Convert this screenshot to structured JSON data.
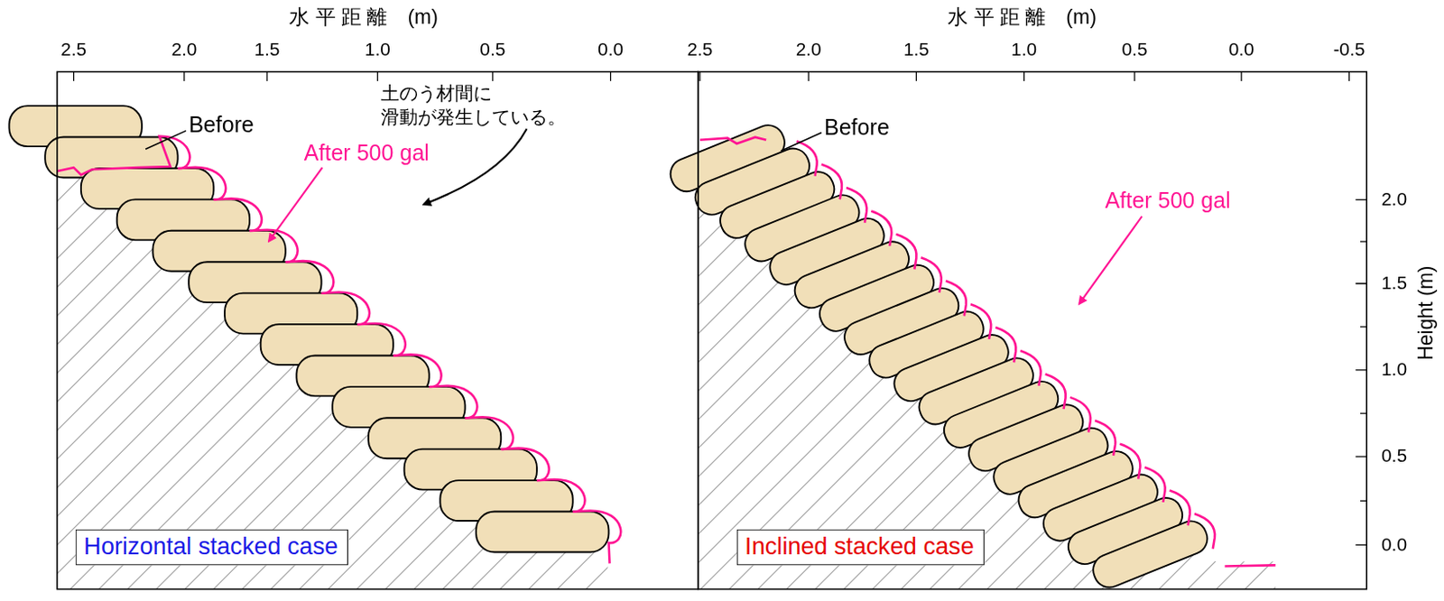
{
  "diagram": {
    "nodes": [
      {
        "text": [
          "Horizontal stacked case"
        ]
      },
      {
        "text": [
          "Inclined stacked case"
        ]
      }
    ],
    "edges": [],
    "labels": [
      "水 平 距 離　(m)",
      "水 平 距 離　(m)",
      "2.5",
      "2.0",
      "1.5",
      "1.0",
      "0.5",
      "0.0",
      "2.5",
      "2.0",
      "1.5",
      "1.0",
      "0.5",
      "0.0",
      "-0.5",
      "2.0",
      "1.5",
      "1.0",
      "0.5",
      "0.0",
      "Height (m)",
      "Before",
      "After 500 gal",
      "土のう材間に 滑動が発生している。",
      "Before",
      "After 500 gal"
    ]
  }
}
